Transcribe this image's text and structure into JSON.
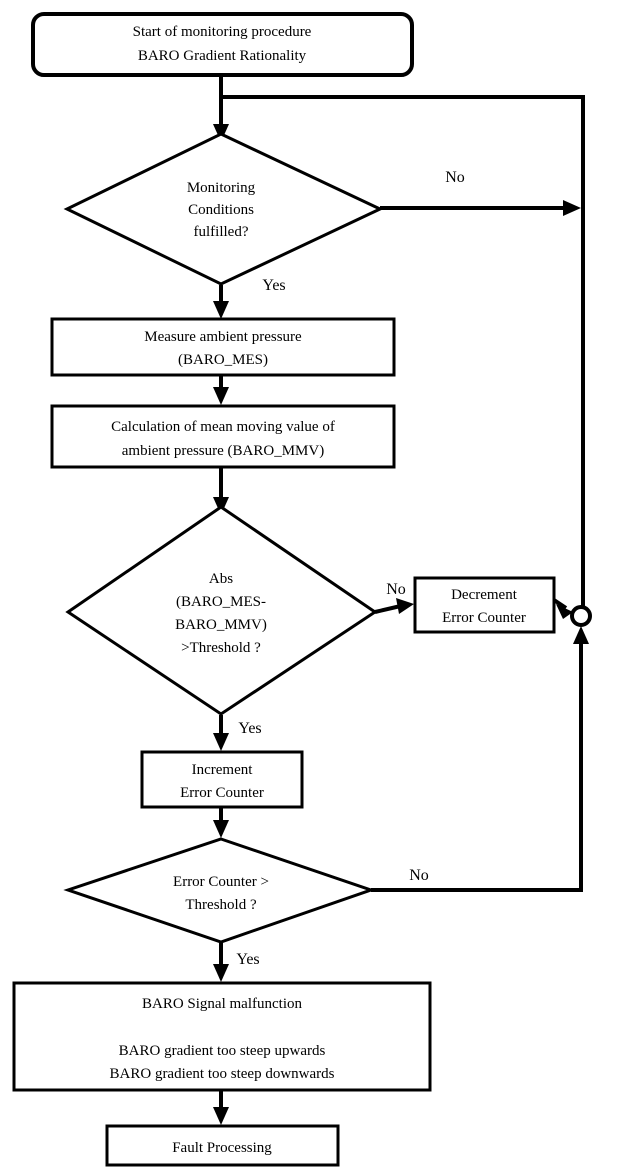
{
  "diagram": {
    "title": "BARO Gradient Rationality monitoring procedure flowchart",
    "type": "flowchart",
    "colors": {
      "background": "#ffffff",
      "stroke": "#000000",
      "fill": "#ffffff"
    },
    "nodes": {
      "start": {
        "shape": "rounded-rectangle",
        "lines": [
          "Start of monitoring procedure",
          "BARO Gradient Rationality"
        ]
      },
      "decision_conditions": {
        "shape": "diamond",
        "lines": [
          "Monitoring",
          "Conditions",
          "fulfilled?"
        ]
      },
      "measure": {
        "shape": "rectangle",
        "lines": [
          "Measure ambient pressure",
          "(BARO_MES)"
        ]
      },
      "calculation": {
        "shape": "rectangle",
        "lines": [
          "Calculation of mean moving value of",
          "ambient pressure (BARO_MMV)"
        ]
      },
      "decision_threshold": {
        "shape": "diamond",
        "lines": [
          "Abs",
          "(BARO_MES-",
          "BARO_MMV)",
          ">Threshold ?"
        ]
      },
      "decrement": {
        "shape": "rectangle",
        "lines": [
          "Decrement",
          "Error Counter"
        ]
      },
      "increment": {
        "shape": "rectangle",
        "lines": [
          "Increment",
          "Error Counter"
        ]
      },
      "decision_counter": {
        "shape": "diamond",
        "lines": [
          "Error Counter >",
          "Threshold ?"
        ]
      },
      "malfunction": {
        "shape": "rectangle",
        "lines": [
          "BARO Signal malfunction",
          "",
          "BARO gradient too steep upwards",
          "BARO gradient too steep downwards"
        ]
      },
      "fault_processing": {
        "shape": "predefined-process",
        "lines": [
          "Fault Processing"
        ]
      },
      "junction": {
        "shape": "circle",
        "lines": []
      }
    },
    "edge_labels": {
      "conditions_no": "No",
      "conditions_yes": "Yes",
      "threshold_no": "No",
      "threshold_yes": "Yes",
      "counter_no": "No",
      "counter_yes": "Yes"
    }
  }
}
